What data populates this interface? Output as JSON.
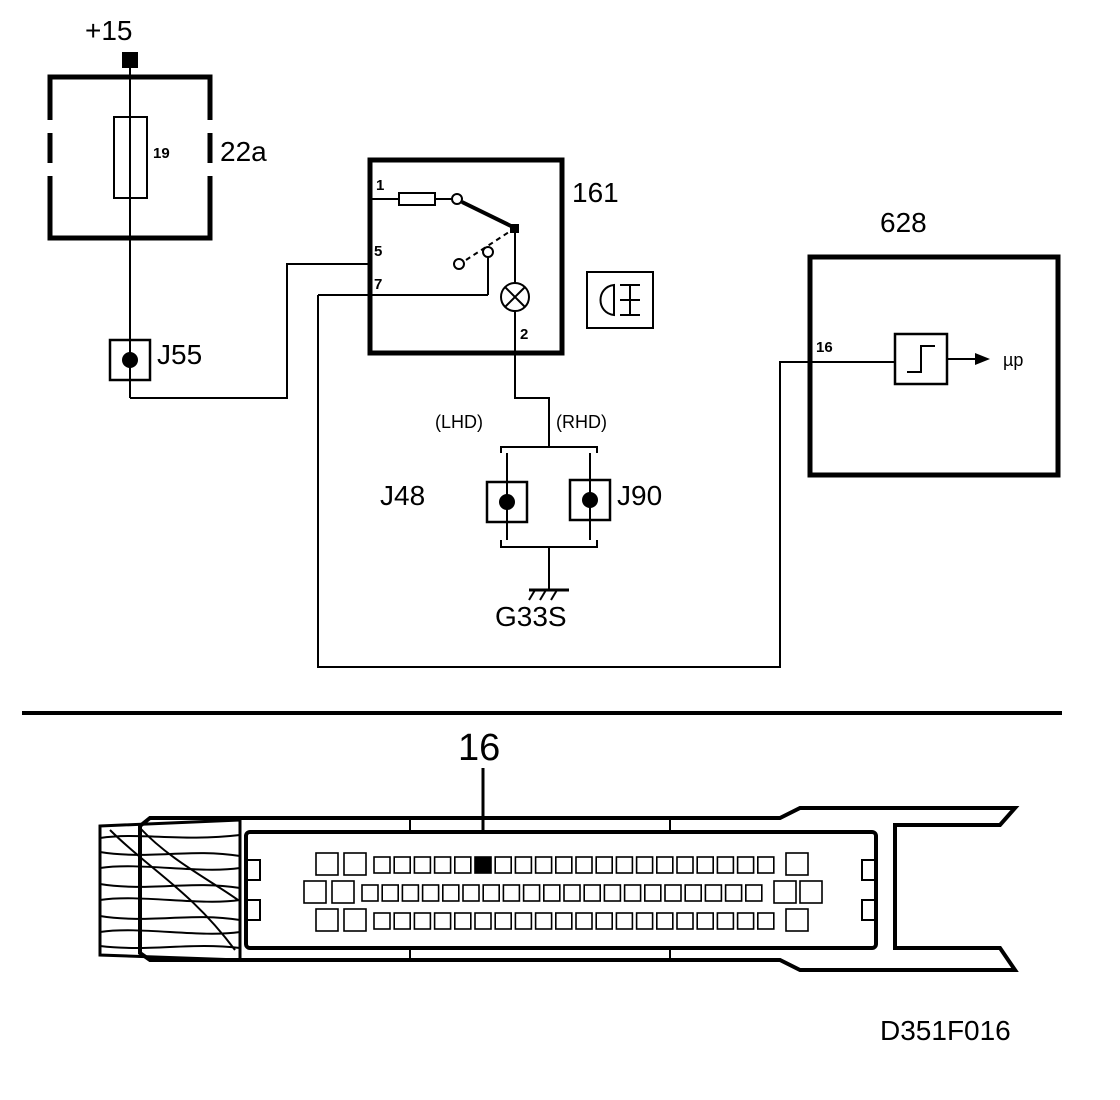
{
  "supply": {
    "label": "+15"
  },
  "fuse_box": {
    "ref": "22a",
    "fuse": "19"
  },
  "connector_j55": {
    "label": "J55"
  },
  "switch": {
    "ref": "161",
    "pins": {
      "p1": "1",
      "p5": "5",
      "p7": "7",
      "p2": "2"
    }
  },
  "variants": {
    "lhd": "(LHD)",
    "rhd": "(RHD)"
  },
  "connectors": {
    "j48": "J48",
    "j90": "J90"
  },
  "ground": {
    "label": "G33S"
  },
  "ecu": {
    "ref": "628",
    "pin": "16",
    "output": "µp"
  },
  "connector_view": {
    "pin_callout": "16"
  },
  "figure_code": "D351F016"
}
